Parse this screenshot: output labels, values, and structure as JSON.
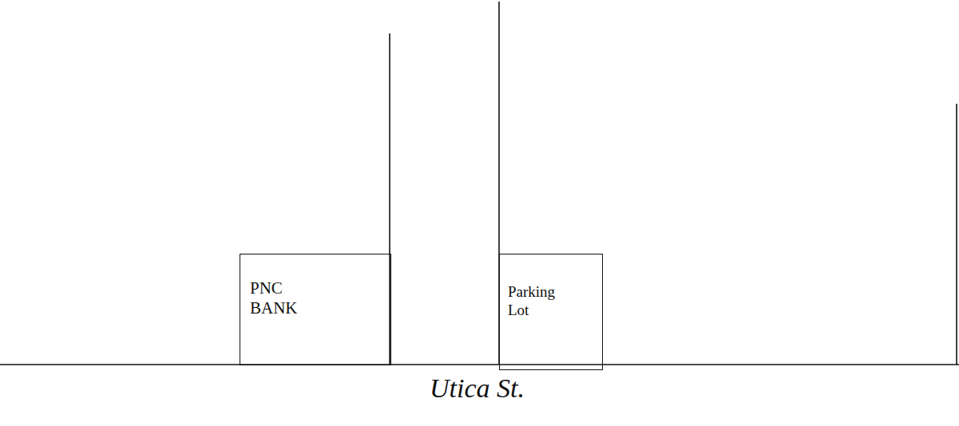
{
  "diagram": {
    "nodes": [
      {
        "text": [
          "PNC BANK"
        ]
      },
      {
        "text": [
          "Parking Lot"
        ]
      }
    ],
    "labels": [
      "Utica St."
    ]
  }
}
